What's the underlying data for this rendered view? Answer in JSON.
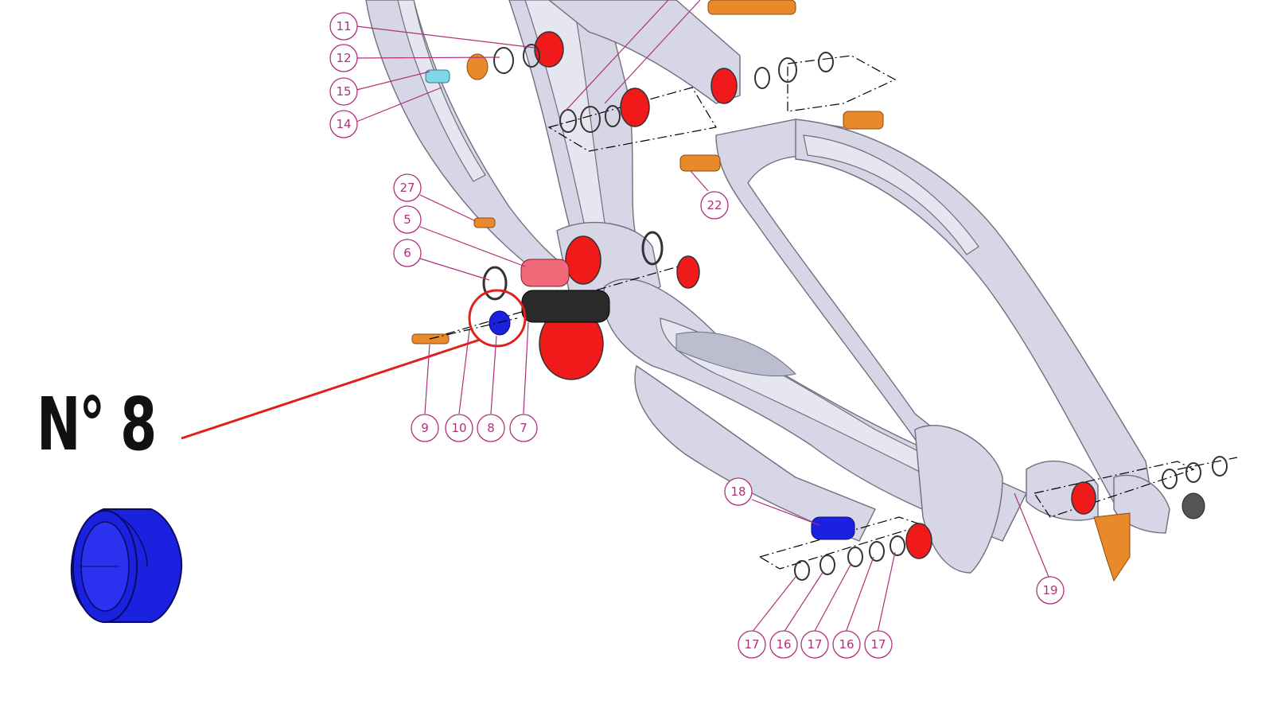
{
  "part_title": "N° 8",
  "colors": {
    "callout": "#b0307a",
    "highlight": "#e0201c",
    "bearing_red": "#f01a1a",
    "bolt_orange": "#e8892a",
    "part8_blue": "#1a22e0",
    "axle_black": "#2a2a2a",
    "frame": "#d6d6e6"
  },
  "callouts": {
    "c11": "11",
    "c12": "12",
    "c15": "15",
    "c14": "14",
    "c27": "27",
    "c5": "5",
    "c6": "6",
    "c22": "22",
    "c9": "9",
    "c10": "10",
    "c8": "8",
    "c7": "7",
    "c18": "18",
    "c19": "19",
    "c17a": "17",
    "c16a": "16",
    "c17b": "17",
    "c16b": "16",
    "c17c": "17"
  }
}
